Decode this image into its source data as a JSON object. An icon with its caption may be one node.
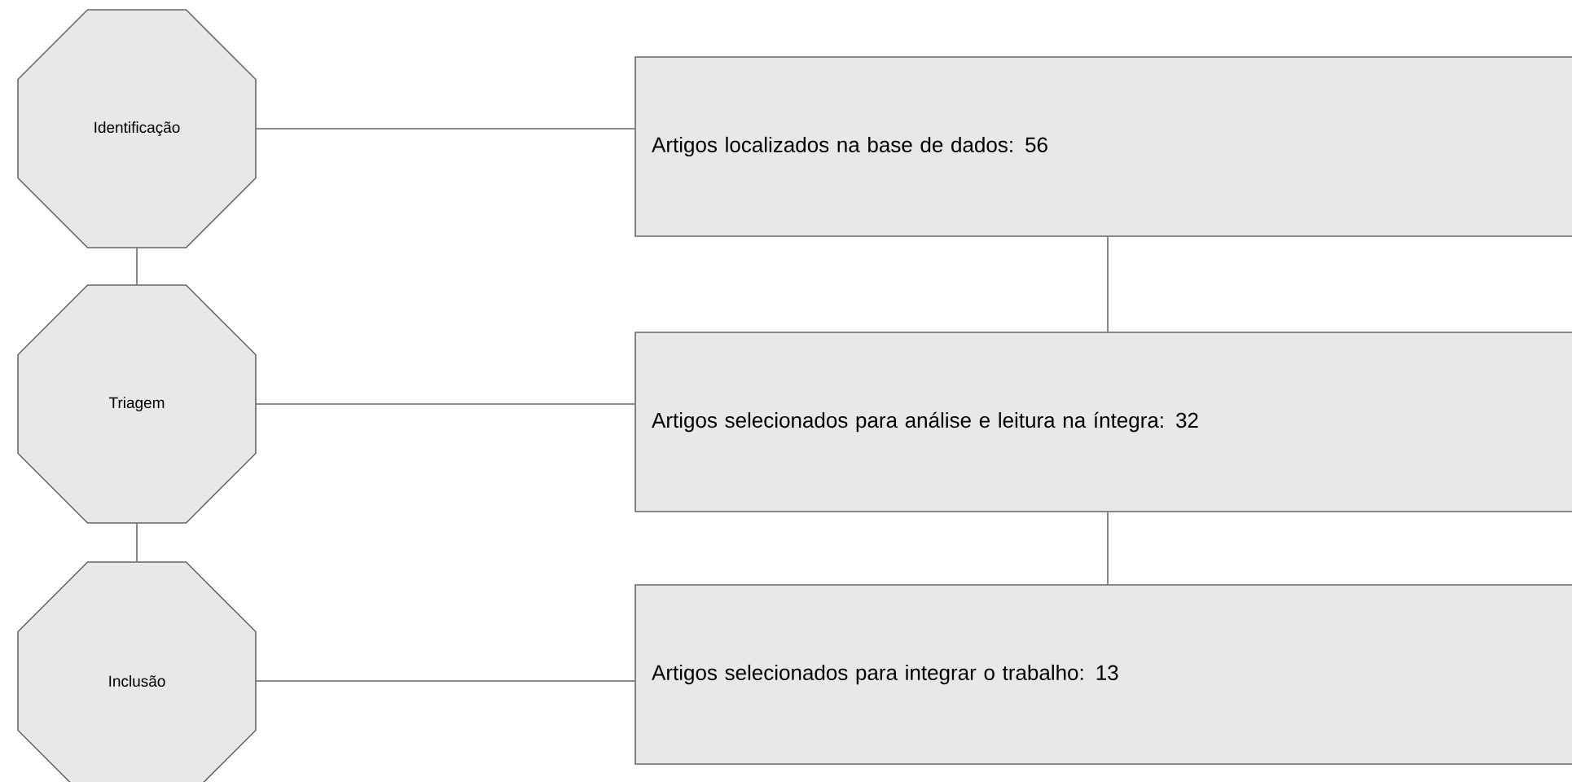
{
  "diagram": {
    "nodes": [
      {
        "text": [
          "Identificação"
        ]
      },
      {
        "text": [
          "Triagem"
        ]
      },
      {
        "text": [
          "Inclusão"
        ]
      },
      {
        "text": [
          "Artigos localizados na base de dados: 56"
        ]
      },
      {
        "text": [
          "Artigos selecionados para análise e leitura na íntegra: 32"
        ]
      },
      {
        "text": [
          "Artigos selecionados para integrar o trabalho: 13"
        ]
      }
    ],
    "edges": [
      {
        "from": 0,
        "to": 3,
        "arrow": "none"
      },
      {
        "from": 0,
        "to": 1,
        "arrow": "none"
      },
      {
        "from": 1,
        "to": 4,
        "arrow": "none"
      },
      {
        "from": 1,
        "to": 2,
        "arrow": "none"
      },
      {
        "from": 2,
        "to": 5,
        "arrow": "none"
      },
      {
        "from": 3,
        "to": 4,
        "arrow": "none"
      },
      {
        "from": 4,
        "to": 5,
        "arrow": "none"
      }
    ]
  }
}
